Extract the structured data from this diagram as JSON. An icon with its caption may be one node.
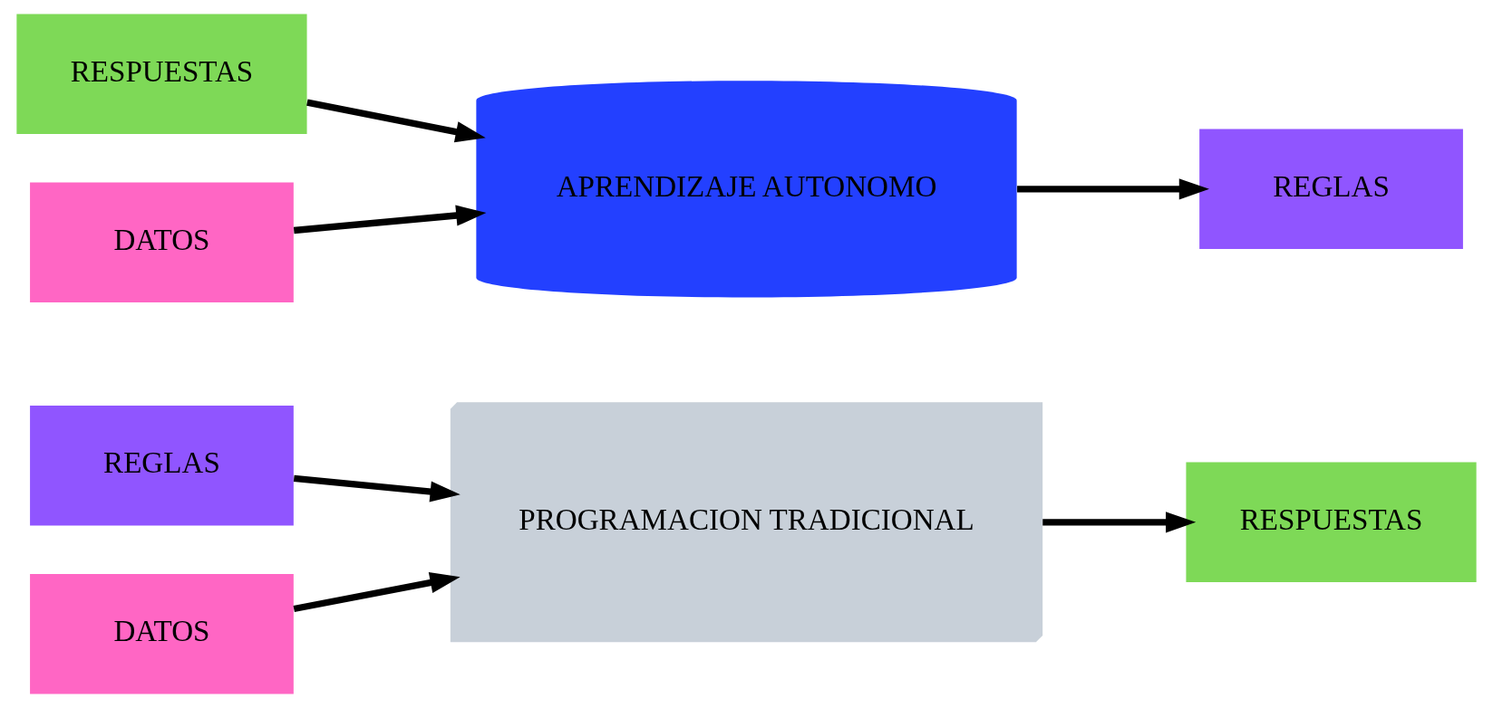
{
  "diagram": {
    "nodes": [
      {
        "text": [
          "REGLAS"
        ]
      },
      {
        "text": [
          "DATOS"
        ]
      },
      {
        "text": [
          "PROGRAMACION TRADICIONAL"
        ]
      },
      {
        "text": [
          "RESPUESTAS"
        ]
      },
      {
        "text": [
          "RESPUESTAS"
        ]
      },
      {
        "text": [
          "DATOS"
        ]
      },
      {
        "text": [
          "APRENDIZAJE AUTONOMO"
        ]
      },
      {
        "text": [
          "REGLAS"
        ]
      }
    ],
    "edges": [
      {
        "from": 0,
        "to": 2,
        "arrow": "to"
      },
      {
        "from": 1,
        "to": 2,
        "arrow": "to"
      },
      {
        "from": 2,
        "to": 3,
        "arrow": "to"
      },
      {
        "from": 4,
        "to": 6,
        "arrow": "to"
      },
      {
        "from": 5,
        "to": 6,
        "arrow": "to"
      },
      {
        "from": 6,
        "to": 7,
        "arrow": "to"
      }
    ]
  }
}
